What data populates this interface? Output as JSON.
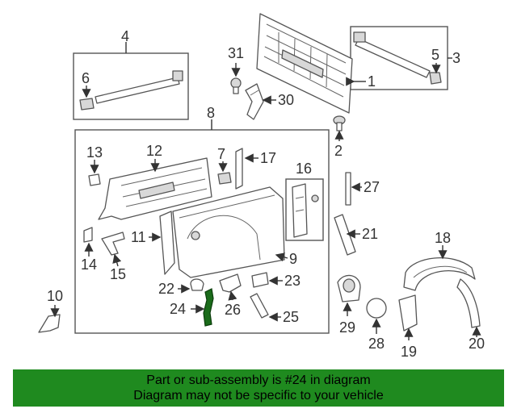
{
  "diagram": {
    "highlighted_part": "24",
    "callouts": [
      "1",
      "2",
      "3",
      "4",
      "5",
      "6",
      "7",
      "8",
      "9",
      "10",
      "11",
      "12",
      "13",
      "14",
      "15",
      "16",
      "17",
      "18",
      "19",
      "20",
      "21",
      "22",
      "23",
      "24",
      "25",
      "26",
      "27",
      "28",
      "29",
      "30",
      "31"
    ]
  },
  "banner": {
    "line1": "Part or sub-assembly is #24 in diagram",
    "line2": "Diagram may not be specific to your vehicle",
    "background": "#1f8a1f"
  }
}
